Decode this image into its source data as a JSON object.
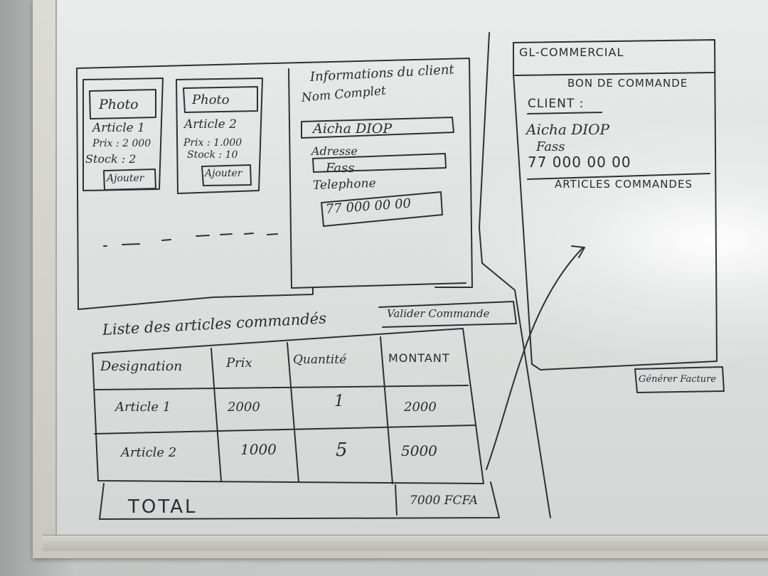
{
  "left_panel": {
    "product_cards": [
      {
        "photo": "Photo",
        "name": "Article 1",
        "price": "Prix : 2 000",
        "stock": "Stock : 2",
        "button": "Ajouter"
      },
      {
        "photo": "Photo",
        "name": "Article 2",
        "price": "Prix : 1.000",
        "stock": "Stock : 10",
        "button": "Ajouter"
      }
    ],
    "client_info": {
      "title": "Informations du client",
      "name_label": "Nom Complet",
      "name_value": "Aicha DIOP",
      "address_label": "Adresse",
      "address_value": "Fass",
      "phone_label": "Telephone",
      "phone_value": "77 000 00 00"
    },
    "validate_button": "Valider Commande",
    "orders": {
      "title": "Liste des articles commandés",
      "headers": [
        "Designation",
        "Prix",
        "Quantité",
        "MONTANT"
      ],
      "rows": [
        [
          "Article 1",
          "2000",
          "1",
          "2000"
        ],
        [
          "Article 2",
          "1000",
          "5",
          "5000"
        ]
      ],
      "total_label": "TOTAL",
      "total_value": "7000 FCFA"
    }
  },
  "right_panel": {
    "app_title": "GL-COMMERCIAL",
    "doc_title": "BON DE COMMANDE",
    "client_label": "CLIENT :",
    "client_name": "Aicha DIOP",
    "client_address": "Fass",
    "client_phone": "77 000 00 00",
    "articles_label": "ARTICLES COMMANDES",
    "invoice_button": "Générer Facture"
  }
}
